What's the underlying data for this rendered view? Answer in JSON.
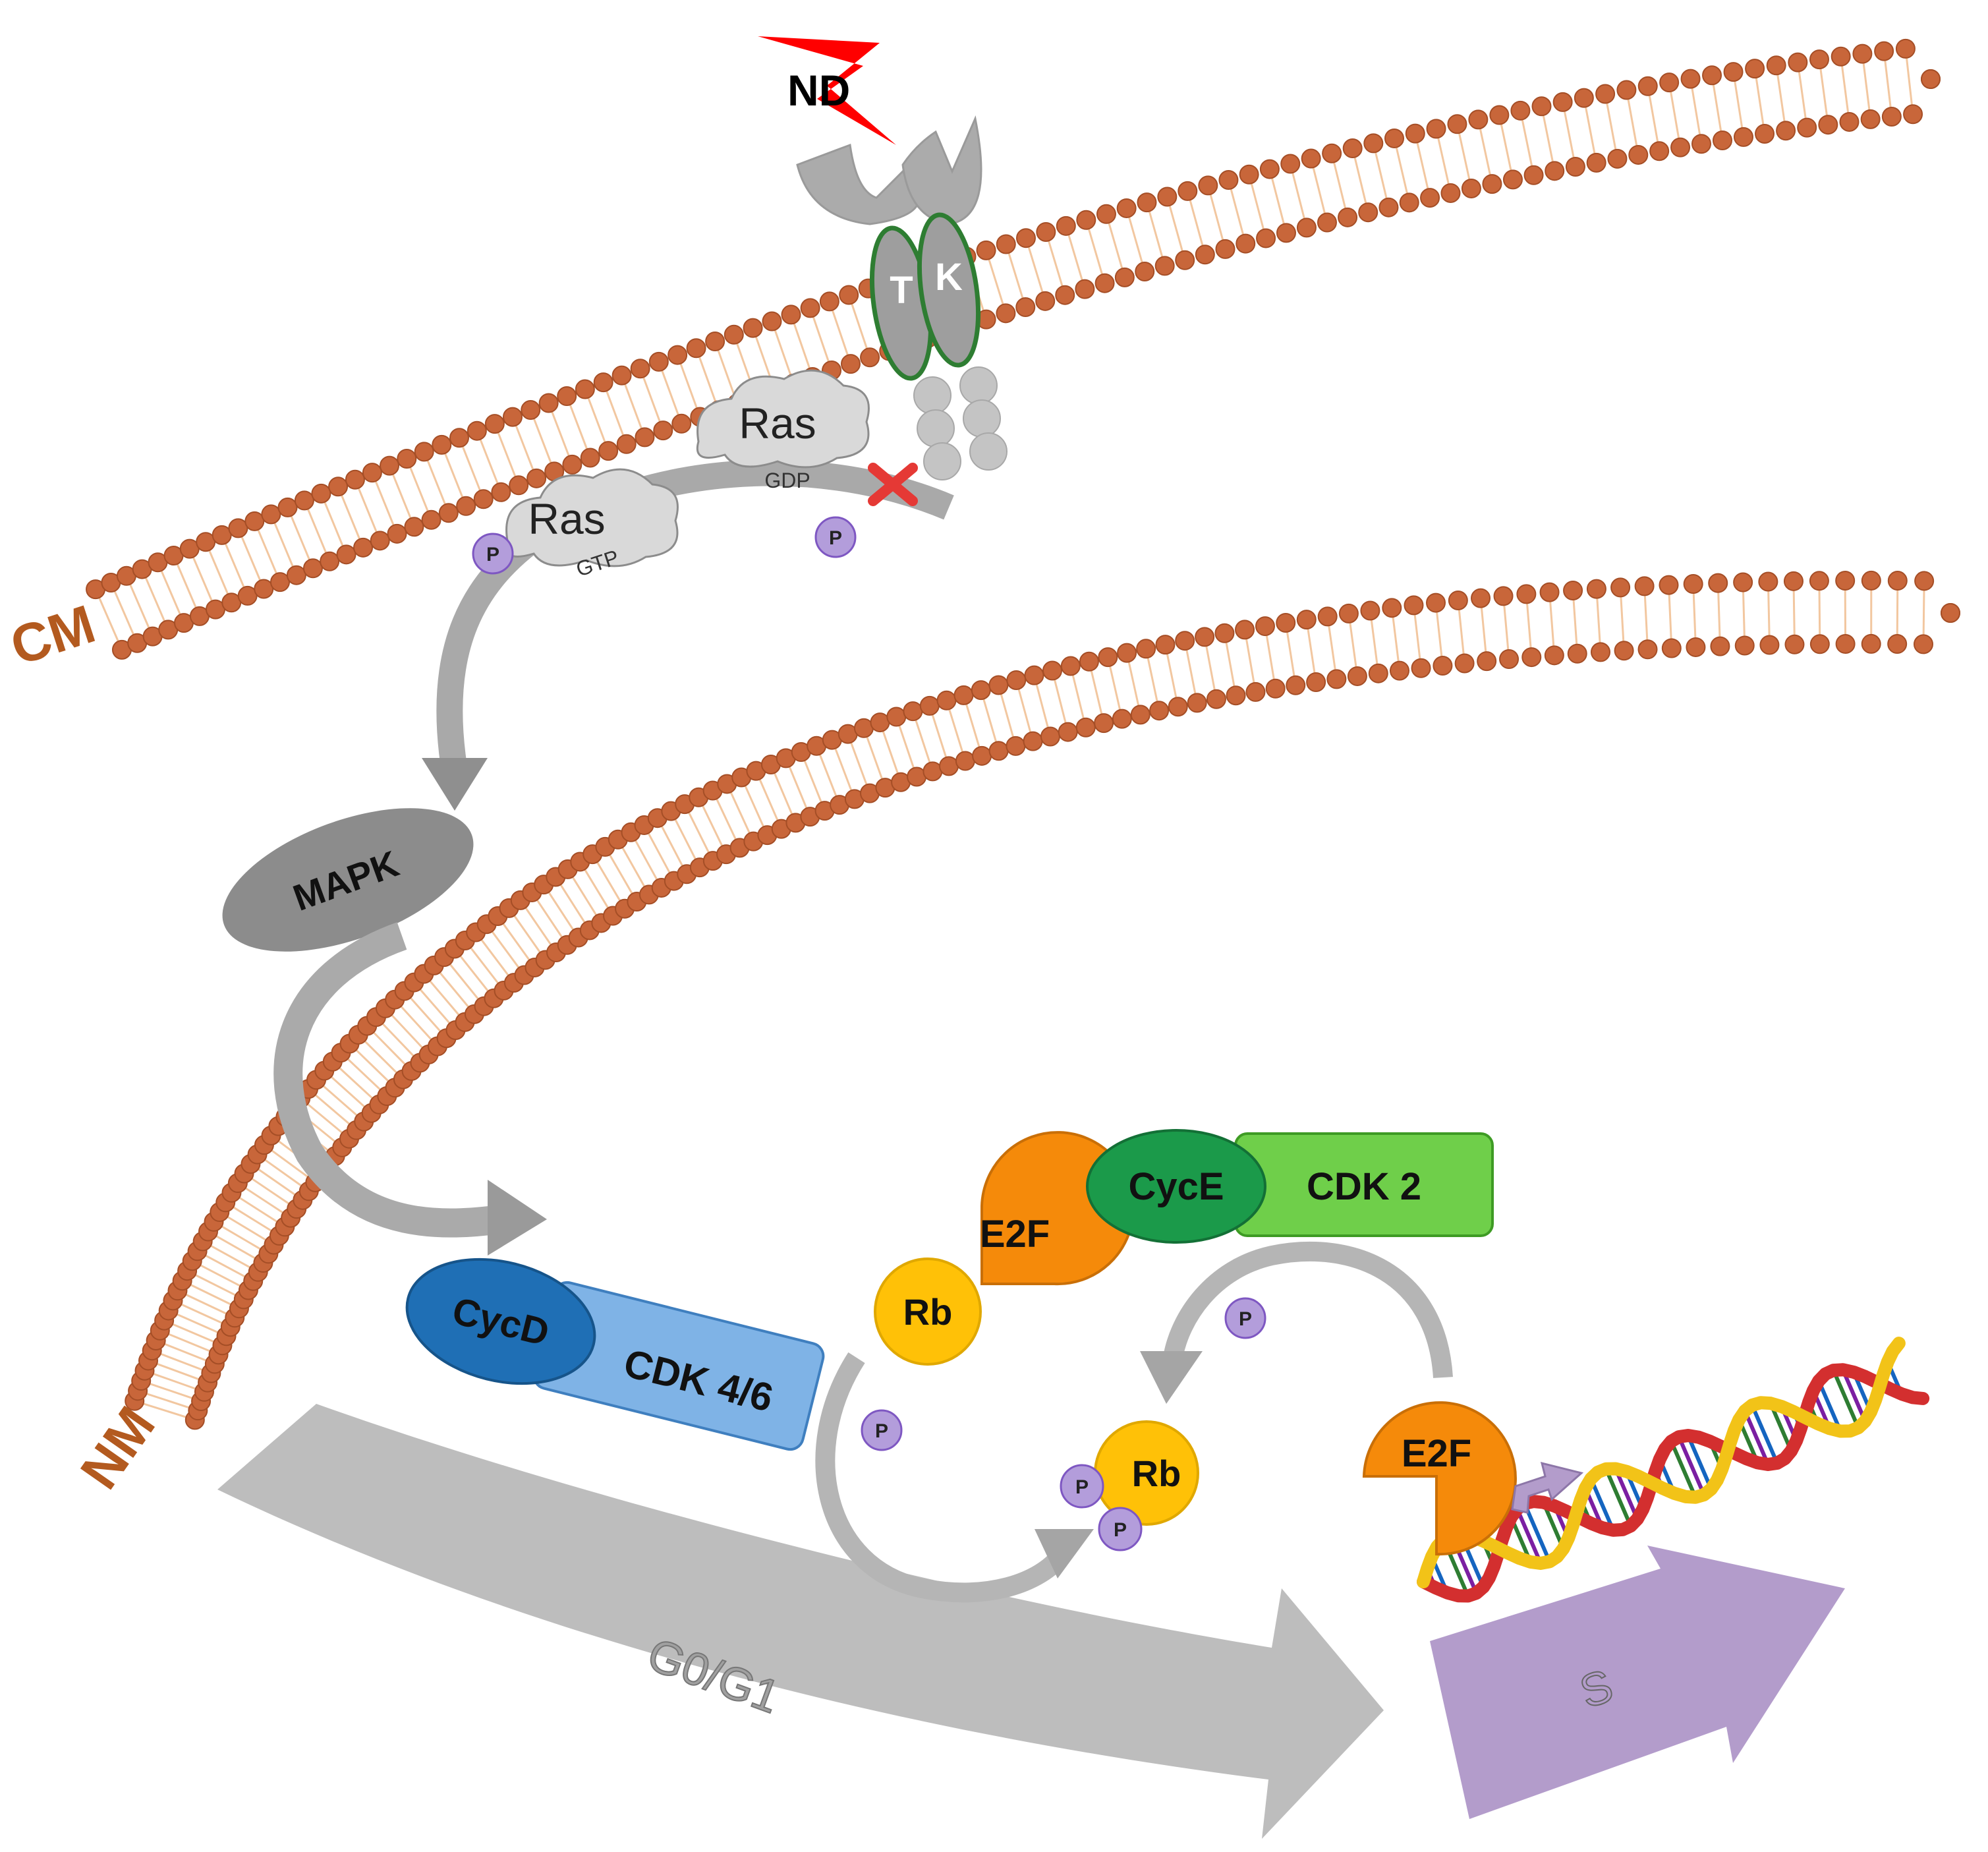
{
  "labels": {
    "nd": "ND",
    "cm": "CM",
    "nm": "NM",
    "tk_t": "T",
    "tk_k": "K",
    "ras_gdp": "Ras",
    "gdp": "GDP",
    "ras_gtp": "Ras",
    "gtp": "GTP",
    "p": "P",
    "mapk": "MAPK",
    "cycd": "CycD",
    "cdk46": "CDK 4/6",
    "cyce": "CycE",
    "cdk2": "CDK 2",
    "e2f": "E2F",
    "rb": "Rb",
    "g0g1": "G0/G1",
    "s": "S"
  },
  "colors": {
    "lipid_head": "#c8663a",
    "lipid_tail": "#f2c7a0",
    "receptor": "#a9a9a9",
    "receptor_outline": "#2e7d32",
    "ras": "#d9d9d9",
    "phosphate": "#b39ddb",
    "mapk": "#8c8c8c",
    "cycd": "#1f6fb5",
    "cdk46": "#7fb3e6",
    "cyce": "#1b9a4a",
    "cdk2": "#6fcf4a",
    "e2f": "#f58a0a",
    "rb": "#ffc107",
    "g0g1_arrow": "#bdbdbd",
    "s_arrow": "#b39ccb",
    "nd_bolt": "#ff0000",
    "membrane_label": "#b35a1f"
  }
}
